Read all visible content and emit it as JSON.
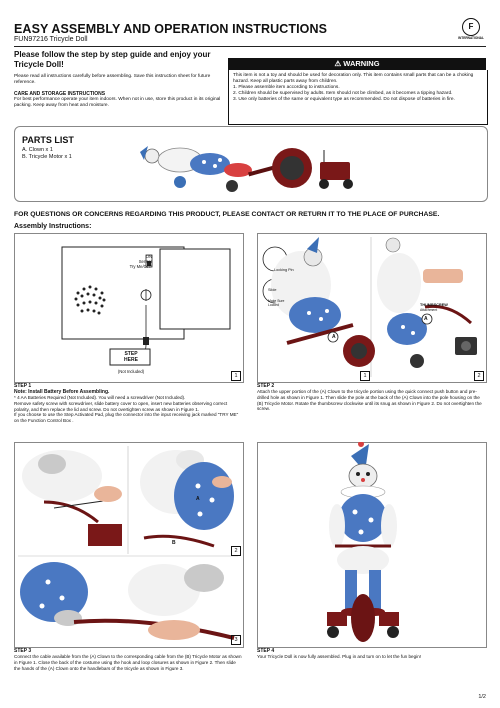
{
  "header": {
    "title": "EASY ASSEMBLY AND OPERATION INSTRUCTIONS",
    "subtitle": "FUN97216 Tricycle Doll",
    "logo_text": "INTERNATIONAL"
  },
  "guide": "Please follow the step by step guide and enjoy your Tricycle Doll!",
  "intro": "Please read all instructions carefully before assembling. Save this instruction sheet for future reference.",
  "care": {
    "heading": "CARE AND STORAGE INSTRUCTIONS",
    "text": "For best performance operate your item indoors. When not in use, store this product in its original packing. Keep away from heat and moisture."
  },
  "warning": {
    "title": "⚠ WARNING",
    "lines": [
      "This item is not a toy and should be used for decoration only. This item contains small parts that can be a choking hazard. Keep all plastic parts away from children.",
      "1. Please assemble item according to instructions.",
      "2. Children should be supervised by adults. Item should not be climbed, as it becomes a tipping hazard.",
      "3. Use only batteries of the same or equivalent type as recommended. Do not dispose of batteries in fire."
    ]
  },
  "parts": {
    "heading": "PARTS LIST",
    "items": [
      "A. Clown x 1",
      "B. Tricycle Motor x 1"
    ]
  },
  "contact": "FOR QUESTIONS OR CONCERNS REGARDING THIS PRODUCT, PLEASE CONTACT OR RETURN IT TO THE PLACE OF PURCHASE.",
  "assembly_heading": "Assembly Instructions:",
  "diagram1": {
    "switch_labels": [
      "ON",
      "Sensor",
      "Try Me/OFF"
    ],
    "step_here": [
      "STEP",
      "HERE"
    ],
    "not_included": "(Not Included)",
    "num": "1"
  },
  "diagram2": {
    "locking_pin": "Locking Pin",
    "slide": "Slide",
    "make_locked": "Make Sure Locked",
    "thumbscrew": "THUMBSCREW",
    "thumbscrew_sub": "Attachment",
    "num1": "1",
    "num2": "2"
  },
  "diagram3": {
    "num2": "2",
    "num3": "3"
  },
  "markers": {
    "a": "A",
    "b": "B"
  },
  "step1": {
    "heading": "STEP 1",
    "note": "Note: Install Battery Before Assembling.",
    "text1": "* 4 AA Batteries Required (Not Included). You will need a screwdriver (Not Included).",
    "text2": "Remove safety screw with screwdriver, slide battery cover to open, insert new batteries observing correct polarity, and then replace the lid and screw. Do not overtighten screw as shown in Figure 1.",
    "text3": "If you choose to use the Step Activated Pad, plug the connector into the input receiving jack marked \"TRY ME\" on the Function Control Box ."
  },
  "step2": {
    "heading": "STEP 2",
    "text": "Attach the upper portion of the (A) Clown to the tricycle portion using the quick connect push button and pre-drilled hole as shown in Figure 1. Then slide the pole at the back of the (A) Clown into the pole housing on the (B) Tricycle Motor. Rotate the thumbscrew clockwise until its snug as shown in Figure 2. Do not overtighten the screw."
  },
  "step3": {
    "heading": "STEP 3",
    "text": "Connect the cable available from the (A) Clown to the corresponding cable from the (B) Tricycle Motor as shown in Figure 1. Close the back of the costume using the hook and loop closures as shown in Figure 2. Then slide the hands of the (A) Clown onto the handlebars of the tricycle as shown in Figure 3."
  },
  "step4": {
    "heading": "STEP 4",
    "text": "Your Tricycle Doll is now fully assembled. Plug in and turn on to let the fun begin!"
  },
  "page": "1/2"
}
